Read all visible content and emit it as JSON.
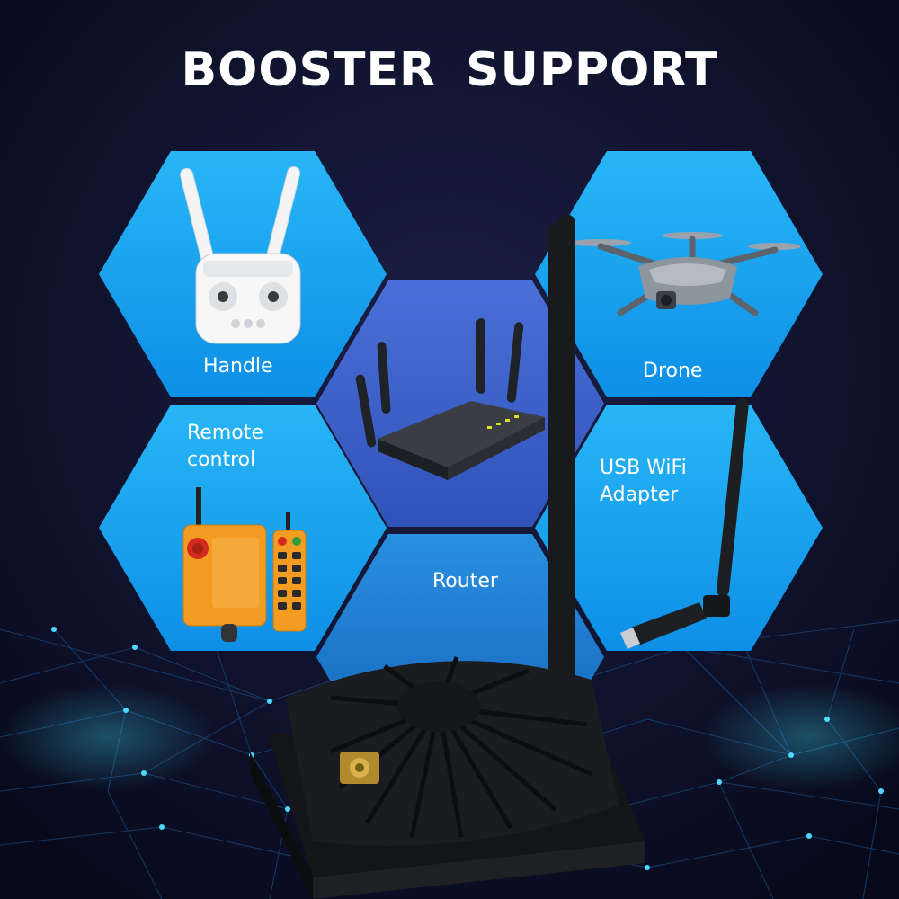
{
  "title": "BOOSTER SUPPORT",
  "devices": {
    "handle": {
      "label": "Handle",
      "icon": "rc-transmitter-icon"
    },
    "router": {
      "label": "Router",
      "icon": "router-icon"
    },
    "drone": {
      "label": "Drone",
      "icon": "drone-icon"
    },
    "remote_control": {
      "label": "Remote\ncontrol",
      "icon": "crane-remote-icon"
    },
    "usb_wifi_adapter": {
      "label": "USB WiFi\nAdapter",
      "icon": "usb-wifi-adapter-icon"
    }
  },
  "product": {
    "icon": "wifi-booster-icon"
  },
  "colors": {
    "background": "#0b0d22",
    "hexagon_bright": "#1aa8f0",
    "hexagon_router": "#3d64cc",
    "label": "#ffffff"
  }
}
